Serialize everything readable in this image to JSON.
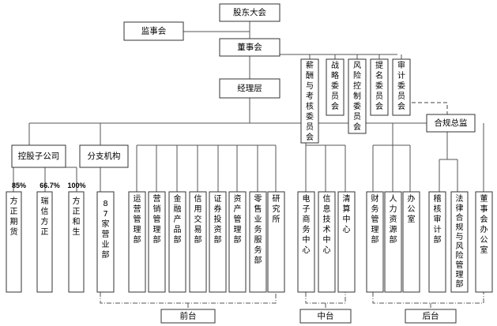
{
  "top": {
    "shareholders": "股东大会",
    "supervisors": "监事会",
    "board": "董事会",
    "management": "经理层",
    "compliance": "合规总监"
  },
  "committees": [
    "薪酬与考核委员会",
    "战略委员会",
    "风险控制委员会",
    "提名委员会",
    "审计委员会"
  ],
  "branches": {
    "subsidiaries": "控股子公司",
    "branch_offices": "分支机构"
  },
  "subsidiaries": [
    {
      "name": "方正期货",
      "pct": "85%"
    },
    {
      "name": "瑞信方正",
      "pct": "66.7%"
    },
    {
      "name": "方正和生",
      "pct": "100%"
    }
  ],
  "departments": [
    "87家营业部",
    "运营管理部",
    "营销管理部",
    "金融产品部",
    "信用交易部",
    "证券投资部",
    "资产管理部",
    "零售业务服务部",
    "研究所",
    "电子商务中心",
    "信息技术中心",
    "清算中心",
    "财务管理部",
    "人力资源部",
    "办公室",
    "稽核审计部",
    "法律合规与风险管理部",
    "董事会办公室"
  ],
  "groups": {
    "front": "前台",
    "middle": "中台",
    "back": "后台"
  }
}
